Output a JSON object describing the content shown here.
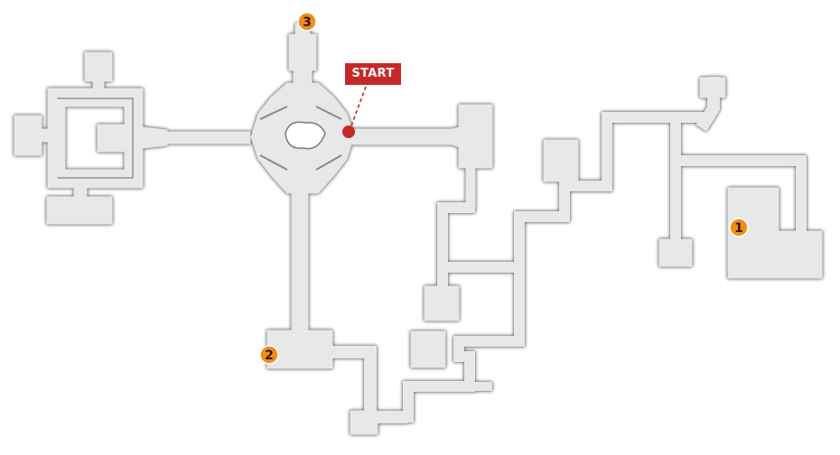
{
  "map": {
    "start_label": "START",
    "markers": [
      {
        "number": "1"
      },
      {
        "number": "2"
      },
      {
        "number": "3"
      }
    ]
  },
  "colors": {
    "floor": "#e8e8e8",
    "wall_outline": "#4a4a4a",
    "marker_fill": "#f28c18",
    "start_marker": "#c62828"
  },
  "icons": {
    "start": "start-position-dot-icon",
    "marker": "numbered-circle-icon"
  }
}
